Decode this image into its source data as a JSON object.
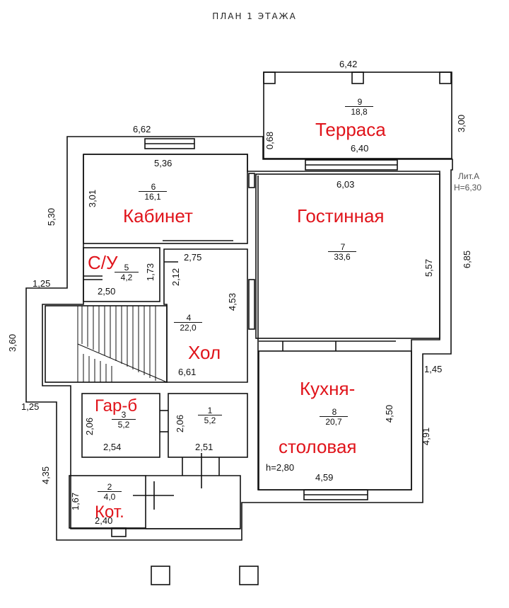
{
  "title": "ПЛАН 1 ЭТАЖА",
  "colors": {
    "line": "#111111",
    "label": "#e0141b"
  },
  "dimensions": {
    "terrace_top": "6,42",
    "top_left": "6,62",
    "terrace_inner": "6,40",
    "terrace_side": "0,68",
    "terrace_right": "3,00",
    "office_width": "5,36",
    "office_depth": "3,01",
    "left_upper": "5,30",
    "left_step1": "1,25",
    "left_mid": "3,60",
    "left_step2": "1,25",
    "left_lower": "4,35",
    "living_width": "6,03",
    "living_depth": "5,57",
    "right_upper": "6,85",
    "lit": "Лит.А",
    "height_total": "H=6,30",
    "wc_width": "2,50",
    "wc_depth": "1,73",
    "hall_top": "2,75",
    "hall_small": "2,12",
    "hall_depth": "4,53",
    "hall_width": "6,61",
    "right_step": "1,45",
    "right_lower": "4,91",
    "kitchen_depth": "4,50",
    "kitchen_width": "4,59",
    "kitchen_height": "h=2,80",
    "garb_depth": "2,06",
    "garb_width": "2,54",
    "r1_depth": "2,06",
    "r1_width": "2,51",
    "boiler_depth": "1,67",
    "boiler_width": "2,40"
  },
  "rooms": [
    {
      "id": "9",
      "area": "18,8",
      "label": "Терраса"
    },
    {
      "id": "6",
      "area": "16,1",
      "label": "Кабинет"
    },
    {
      "id": "7",
      "area": "33,6",
      "label": "Гостинная"
    },
    {
      "id": "5",
      "area": "4,2",
      "label": "С/У"
    },
    {
      "id": "4",
      "area": "22,0",
      "label": "Хол"
    },
    {
      "id": "3",
      "area": "5,2",
      "label": "Гар-б"
    },
    {
      "id": "1",
      "area": "5,2",
      "label": ""
    },
    {
      "id": "8",
      "area": "20,7",
      "label": "Кухня-столовая"
    },
    {
      "id": "2",
      "area": "4,0",
      "label": "Кот."
    }
  ],
  "kitchen_label_lines": [
    "Кухня-",
    "столовая"
  ]
}
